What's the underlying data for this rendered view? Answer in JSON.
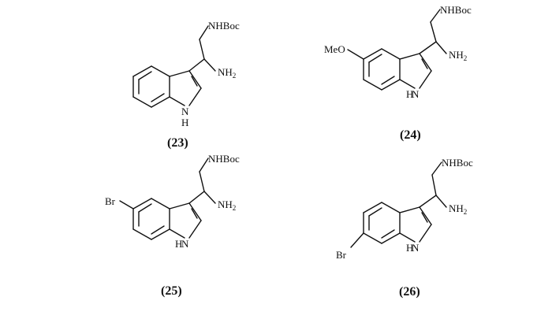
{
  "figure": {
    "compounds": [
      {
        "id": "23",
        "caption": "(23)",
        "substituent": "",
        "labels": {
          "nhboc": "NHBoc",
          "nh2_main": "NH",
          "nh2_sub": "2",
          "indole_n": "N",
          "indole_h": "H"
        }
      },
      {
        "id": "24",
        "caption": "(24)",
        "substituent": "MeO",
        "labels": {
          "nhboc": "NHBoc",
          "nh2_main": "NH",
          "nh2_sub": "2",
          "indole_n": "N",
          "indole_h": "H"
        }
      },
      {
        "id": "25",
        "caption": "(25)",
        "substituent": "Br",
        "labels": {
          "nhboc": "NHBoc",
          "nh2_main": "NH",
          "nh2_sub": "2",
          "indole_n": "N",
          "indole_h": "H"
        }
      },
      {
        "id": "26",
        "caption": "(26)",
        "substituent": "Br",
        "labels": {
          "nhboc": "NHBoc",
          "nh2_main": "NH",
          "nh2_sub": "2",
          "indole_n": "N",
          "indole_h": "H"
        }
      }
    ]
  }
}
